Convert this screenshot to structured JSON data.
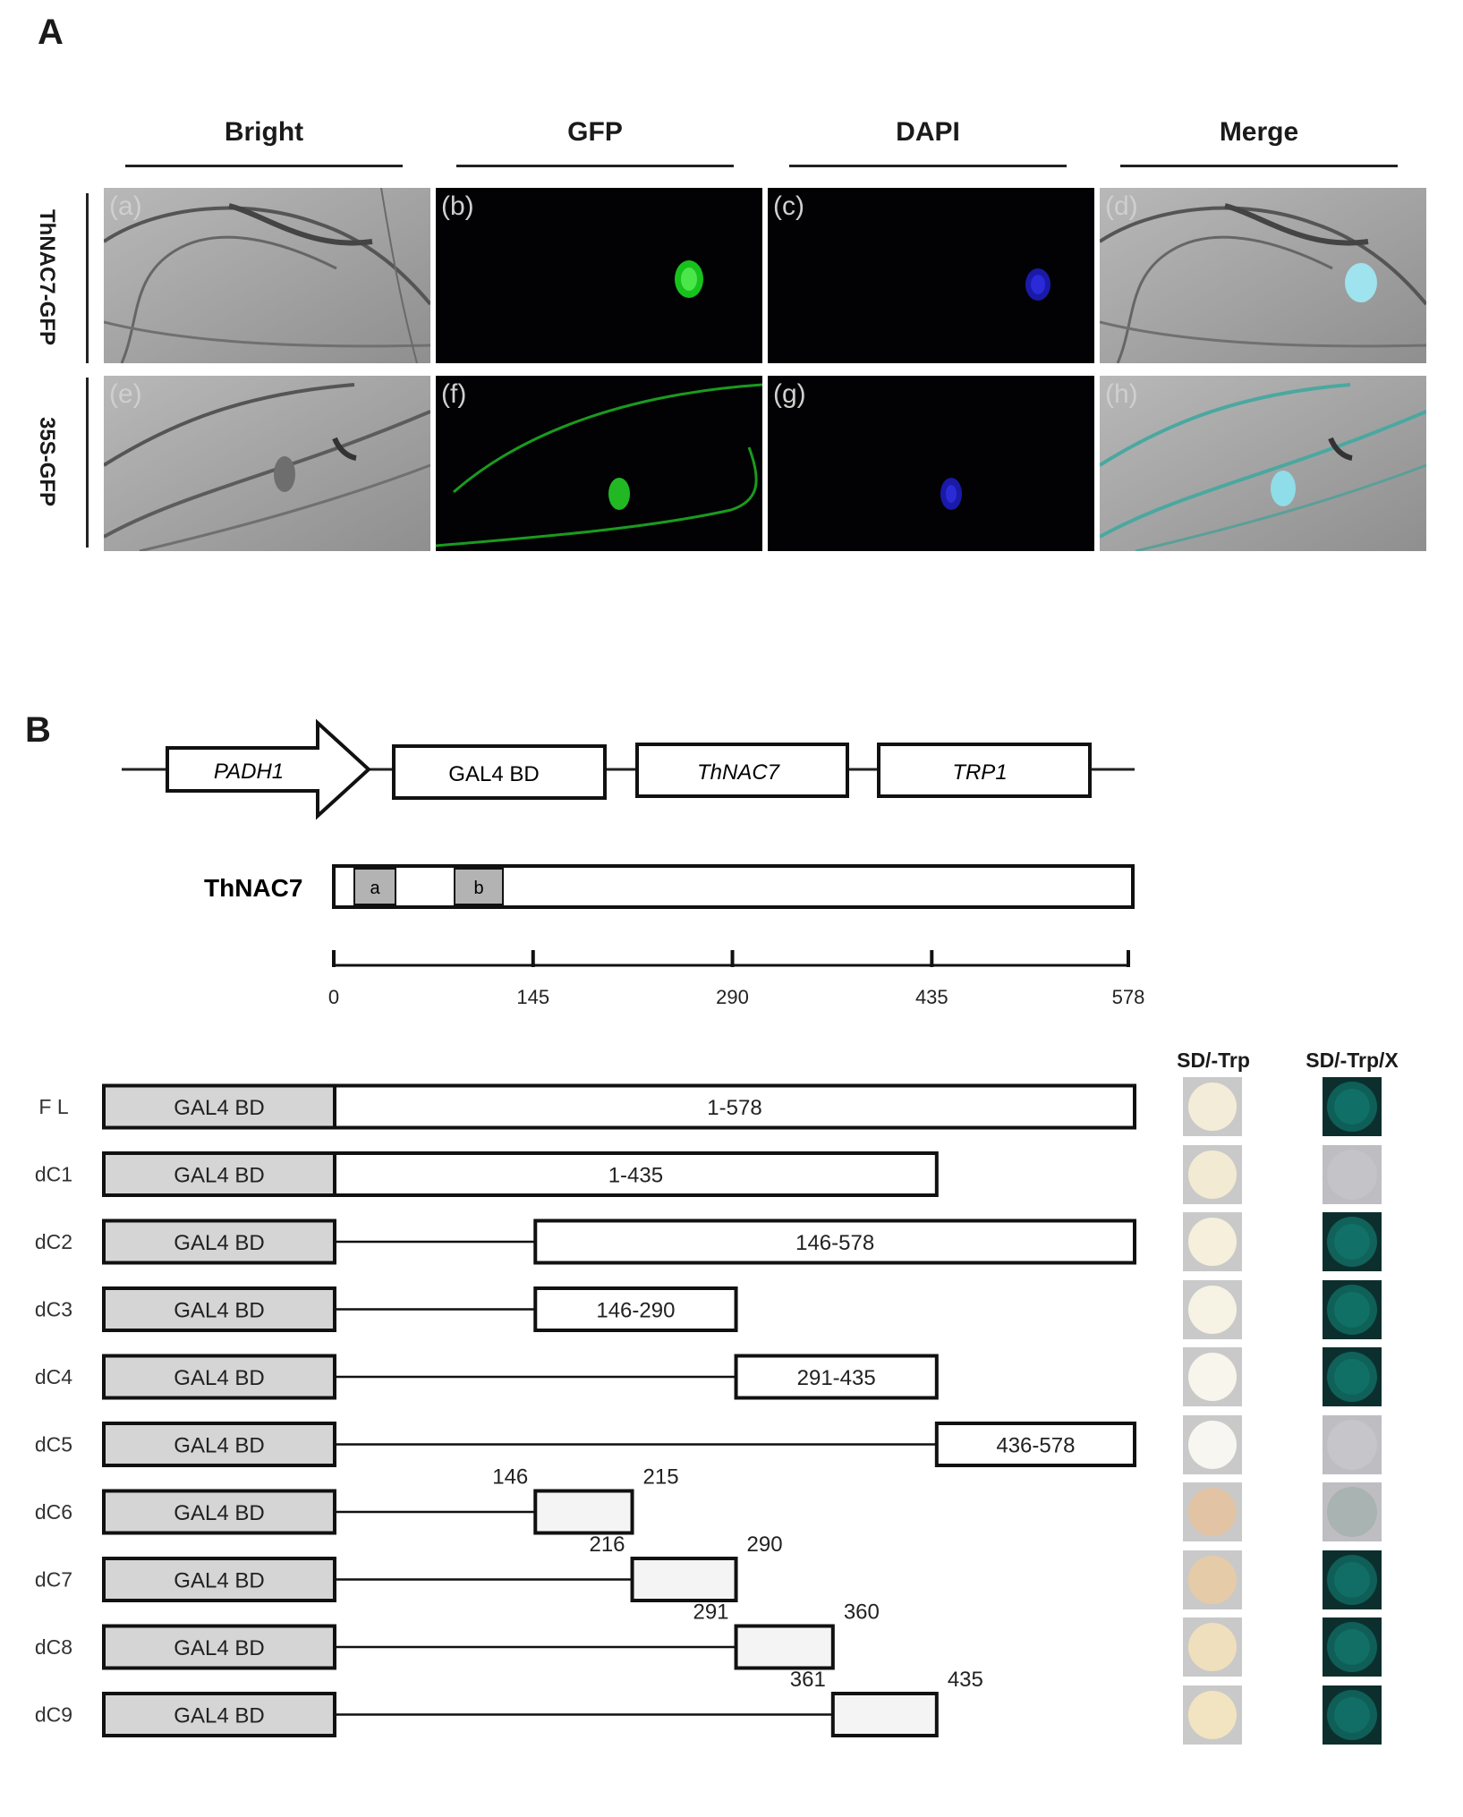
{
  "panel_a": {
    "letter": "A",
    "columns": [
      "Bright",
      "GFP",
      "DAPI",
      "Merge"
    ],
    "rows": [
      "ThNAC7-GFP",
      "35S-GFP"
    ],
    "tags": [
      "(a)",
      "(b)",
      "(c)",
      "(d)",
      "(e)",
      "(f)",
      "(g)",
      "(h)"
    ]
  },
  "panel_b": {
    "letter": "B",
    "vector_parts": [
      "PADH1",
      "GAL4 BD",
      "ThNAC7",
      "TRP1"
    ],
    "protein_name": "ThNAC7",
    "domains": [
      "a",
      "b"
    ],
    "scale_ticks": [
      "0",
      "145",
      "290",
      "435",
      "578"
    ],
    "assay_headers": [
      "SD/-Trp",
      "SD/-Trp/X"
    ],
    "bd_label": "GAL4 BD",
    "constructs": [
      {
        "name": "F L",
        "start": 1,
        "end": 578,
        "range_label": "1-578",
        "small": false,
        "trp_color": "#f3ecd8",
        "x_color": "#0e5f57"
      },
      {
        "name": "dC1",
        "start": 1,
        "end": 435,
        "range_label": "1-435",
        "small": false,
        "trp_color": "#f2ead2",
        "x_color": "#c3c3c8"
      },
      {
        "name": "dC2",
        "start": 146,
        "end": 578,
        "range_label": "146-578",
        "small": false,
        "trp_color": "#f5efdc",
        "x_color": "#11625a"
      },
      {
        "name": "dC3",
        "start": 146,
        "end": 290,
        "range_label": "146-290",
        "small": false,
        "trp_color": "#f6f2e4",
        "x_color": "#0f6158"
      },
      {
        "name": "dC4",
        "start": 291,
        "end": 435,
        "range_label": "291-435",
        "small": false,
        "trp_color": "#f7f5ec",
        "x_color": "#0f6159"
      },
      {
        "name": "dC5",
        "start": 436,
        "end": 578,
        "range_label": "436-578",
        "small": false,
        "trp_color": "#f7f6f0",
        "x_color": "#c5c5ca"
      },
      {
        "name": "dC6",
        "start": 146,
        "end": 215,
        "start_label": "146",
        "end_label": "215",
        "small": true,
        "trp_color": "#e2c3a4",
        "x_color": "#a9b3b1"
      },
      {
        "name": "dC7",
        "start": 216,
        "end": 290,
        "start_label": "216",
        "end_label": "290",
        "small": true,
        "trp_color": "#e6cba8",
        "x_color": "#0f5e57"
      },
      {
        "name": "dC8",
        "start": 291,
        "end": 360,
        "start_label": "291",
        "end_label": "360",
        "small": true,
        "trp_color": "#efdfbd",
        "x_color": "#0f5f58"
      },
      {
        "name": "dC9",
        "start": 361,
        "end": 435,
        "start_label": "361",
        "end_label": "435",
        "small": true,
        "trp_color": "#f2e4c0",
        "x_color": "#0f5e57"
      }
    ]
  }
}
